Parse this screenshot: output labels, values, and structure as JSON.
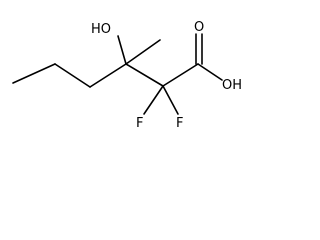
{
  "structure": {
    "atoms": {
      "hydroxyl": "HO",
      "carbonyl_oxygen": "O",
      "acid_hydroxyl": "OH",
      "fluorine_left": "F",
      "fluorine_right": "F"
    }
  }
}
